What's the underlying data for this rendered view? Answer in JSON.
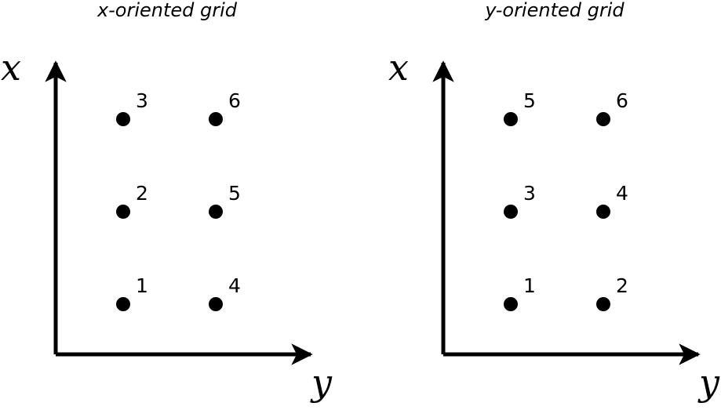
{
  "colors": {
    "ink": "#000000",
    "background": "#ffffff"
  },
  "panels": [
    {
      "title": "x-oriented grid",
      "x_axis_label": "x",
      "y_axis_label": "y",
      "points": [
        {
          "label": "1",
          "col": 1,
          "row": 1
        },
        {
          "label": "2",
          "col": 1,
          "row": 2
        },
        {
          "label": "3",
          "col": 1,
          "row": 3
        },
        {
          "label": "4",
          "col": 2,
          "row": 1
        },
        {
          "label": "5",
          "col": 2,
          "row": 2
        },
        {
          "label": "6",
          "col": 2,
          "row": 3
        }
      ]
    },
    {
      "title": "y-oriented grid",
      "x_axis_label": "x",
      "y_axis_label": "y",
      "points": [
        {
          "label": "1",
          "col": 1,
          "row": 1
        },
        {
          "label": "2",
          "col": 2,
          "row": 1
        },
        {
          "label": "3",
          "col": 1,
          "row": 2
        },
        {
          "label": "4",
          "col": 2,
          "row": 2
        },
        {
          "label": "5",
          "col": 1,
          "row": 3
        },
        {
          "label": "6",
          "col": 2,
          "row": 3
        }
      ]
    }
  ]
}
